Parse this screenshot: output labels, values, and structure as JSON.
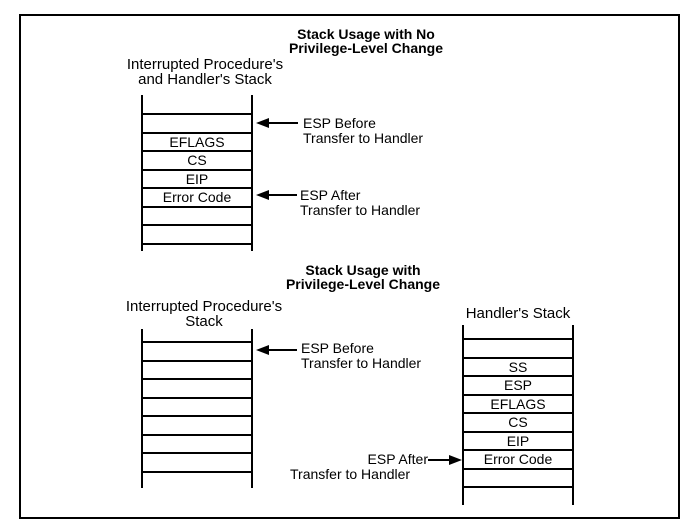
{
  "colors": {
    "line": "#000000",
    "text": "#000000",
    "background": "#ffffff"
  },
  "diagram_no_privilege_change": {
    "title": "Stack Usage with No\nPrivilege-Level Change",
    "stack_label": "Interrupted Procedure's\nand Handler's Stack",
    "rows": [
      "",
      "EFLAGS",
      "CS",
      "EIP",
      "Error Code",
      "",
      ""
    ],
    "esp_before_label": "ESP Before\nTransfer to Handler",
    "esp_after_label": "ESP After\nTransfer to Handler"
  },
  "diagram_privilege_change": {
    "title": "Stack Usage with\nPrivilege-Level Change",
    "left_stack_label": "Interrupted Procedure's\nStack",
    "left_rows": [
      "",
      "",
      "",
      "",
      "",
      "",
      ""
    ],
    "right_stack_label": "Handler's Stack",
    "right_rows": [
      "",
      "SS",
      "ESP",
      "EFLAGS",
      "CS",
      "EIP",
      "Error Code",
      ""
    ],
    "esp_before_label": "ESP Before\nTransfer to Handler",
    "esp_after_label_line1": "ESP After",
    "esp_after_label_line2": "Transfer to Handler"
  }
}
